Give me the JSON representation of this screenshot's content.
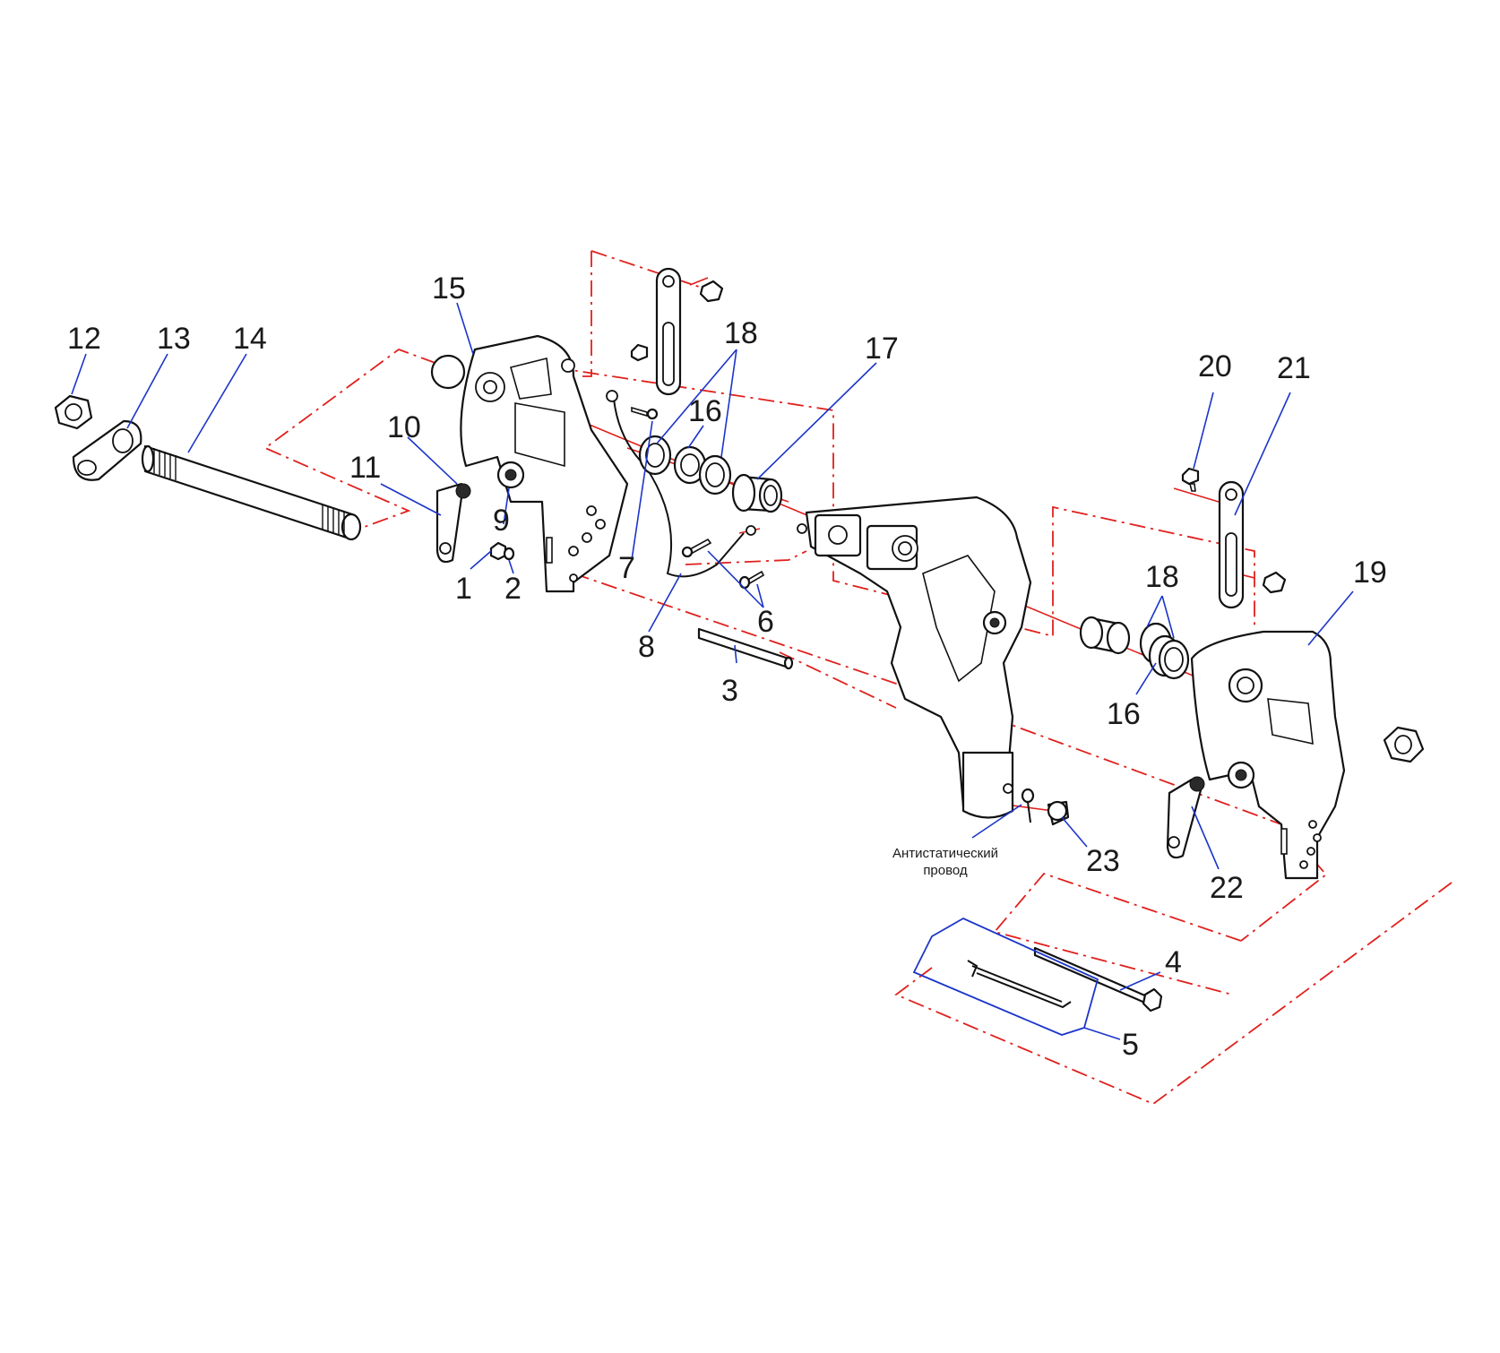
{
  "callouts": {
    "c1": "1",
    "c2": "2",
    "c3": "3",
    "c4": "4",
    "c5": "5",
    "c6": "6",
    "c7": "7",
    "c8": "8",
    "c9": "9",
    "c10": "10",
    "c11": "11",
    "c12": "12",
    "c13": "13",
    "c14": "14",
    "c15": "15",
    "c16a": "16",
    "c16b": "16",
    "c17": "17",
    "c18a": "18",
    "c18b": "18",
    "c19": "19",
    "c20": "20",
    "c21": "21",
    "c22": "22",
    "c23": "23"
  },
  "annotation": {
    "line1": "Антистатический",
    "line2": "провод"
  },
  "colors": {
    "axis_lines": "#e0201c",
    "leader_lines": "#1b35c9",
    "outline": "#111111"
  }
}
